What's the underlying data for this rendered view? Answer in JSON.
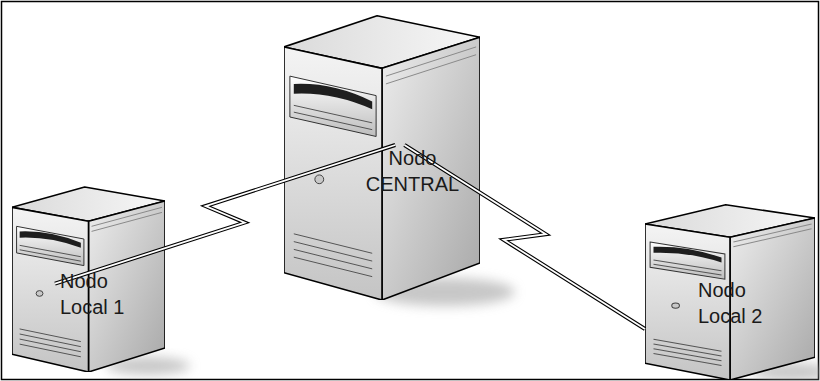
{
  "diagram": {
    "nodes": [
      {
        "text": [
          "Nodo CENTRAL"
        ]
      },
      {
        "text": [
          "Nodo Local 1"
        ]
      },
      {
        "text": [
          "Nodo Local 2"
        ]
      }
    ],
    "edges": [
      {
        "from": 0,
        "to": 1,
        "arrow": "none"
      },
      {
        "from": 0,
        "to": 2,
        "arrow": "none"
      }
    ]
  }
}
